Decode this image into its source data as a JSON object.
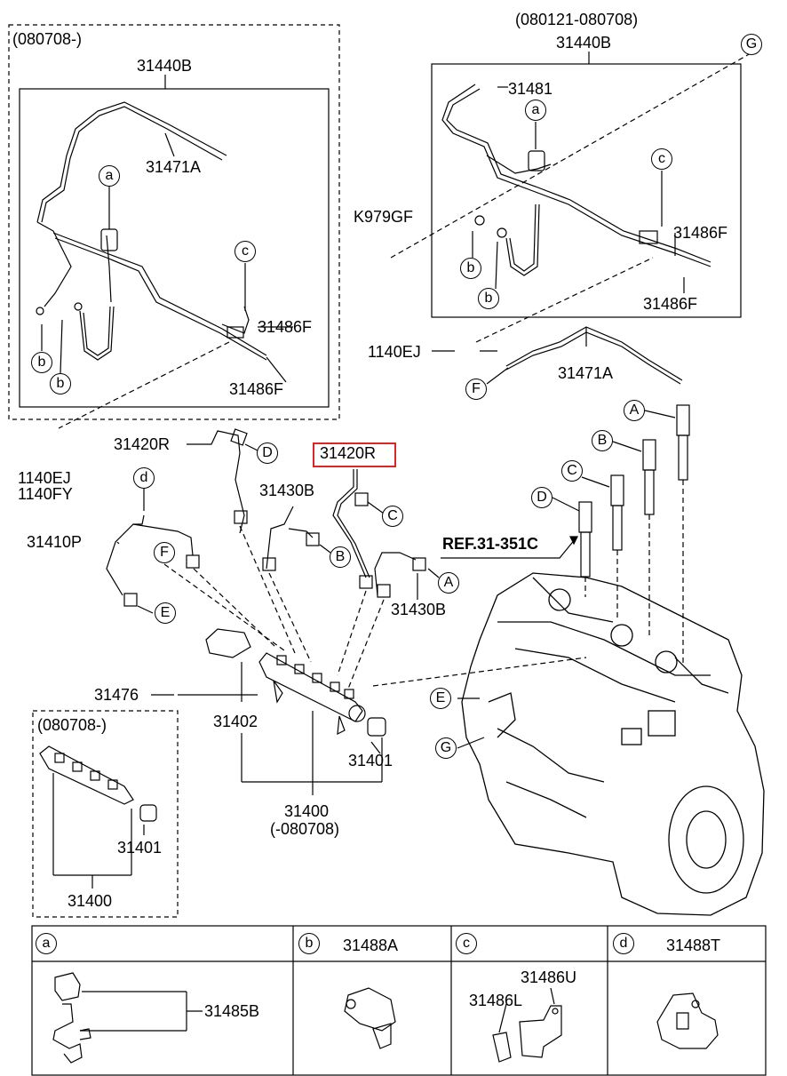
{
  "top_left_box": {
    "range": "(080708-)",
    "assembly": "31440B",
    "labels": [
      "31471A",
      "31486F",
      "31486F",
      "1140EJ",
      "1140FY"
    ],
    "callouts": [
      "a",
      "b",
      "b",
      "c"
    ]
  },
  "top_right_box": {
    "range": "(080121-080708)",
    "assembly": "31440B",
    "labels": [
      "31481",
      "K979GF",
      "31486F",
      "31486F",
      "1140EJ",
      "31471A"
    ],
    "callouts": [
      "G",
      "a",
      "c",
      "b",
      "b",
      "F"
    ]
  },
  "middle": {
    "highlighted_part": "31420R",
    "labels": [
      "31420R",
      "31430B",
      "31410P",
      "31430B",
      "31476",
      "31402",
      "31401",
      "31400",
      "(-080708)"
    ],
    "ref": "REF.31-351C",
    "callouts": [
      "D",
      "C",
      "B",
      "A",
      "d",
      "F",
      "E",
      "A",
      "B",
      "C",
      "D",
      "E",
      "G"
    ]
  },
  "bottom_left_box": {
    "range": "(080708-)",
    "labels": [
      "31401",
      "31400"
    ]
  },
  "legend": {
    "cells": [
      {
        "key": "a",
        "part": "",
        "sub": [
          "31485B"
        ]
      },
      {
        "key": "b",
        "part": "31488A",
        "sub": []
      },
      {
        "key": "c",
        "part": "",
        "sub": [
          "31486U",
          "31486L"
        ]
      },
      {
        "key": "d",
        "part": "31488T",
        "sub": []
      }
    ]
  }
}
